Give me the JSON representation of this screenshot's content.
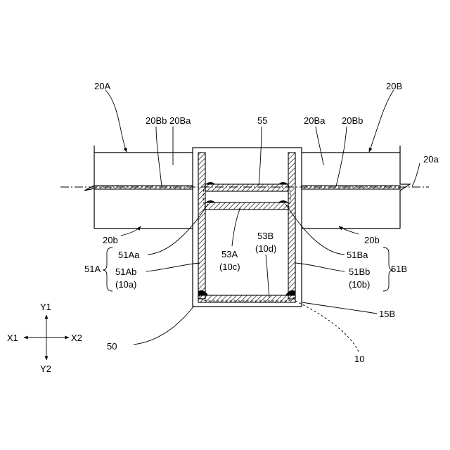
{
  "labels": {
    "l20A": "20A",
    "l20B": "20B",
    "l20Bb_left": "20Bb",
    "l20Ba_left": "20Ba",
    "l55": "55",
    "l20Ba_right": "20Ba",
    "l20Bb_right": "20Bb",
    "l20a": "20a",
    "l20b_left": "20b",
    "l20b_right": "20b",
    "l51Aa": "51Aa",
    "l51A": "51A",
    "l51Ab": "51Ab",
    "l10a": "(10a)",
    "l53A": "53A",
    "l10c": "(10c)",
    "l53B": "53B",
    "l10d": "(10d)",
    "l51Ba": "51Ba",
    "l51B": "51B",
    "l51Bb": "51Bb",
    "l10b": "(10b)",
    "l15B": "15B",
    "l50": "50",
    "l10": "10"
  },
  "axes": {
    "y1": "Y1",
    "y2": "Y2",
    "x1": "X1",
    "x2": "X2"
  }
}
